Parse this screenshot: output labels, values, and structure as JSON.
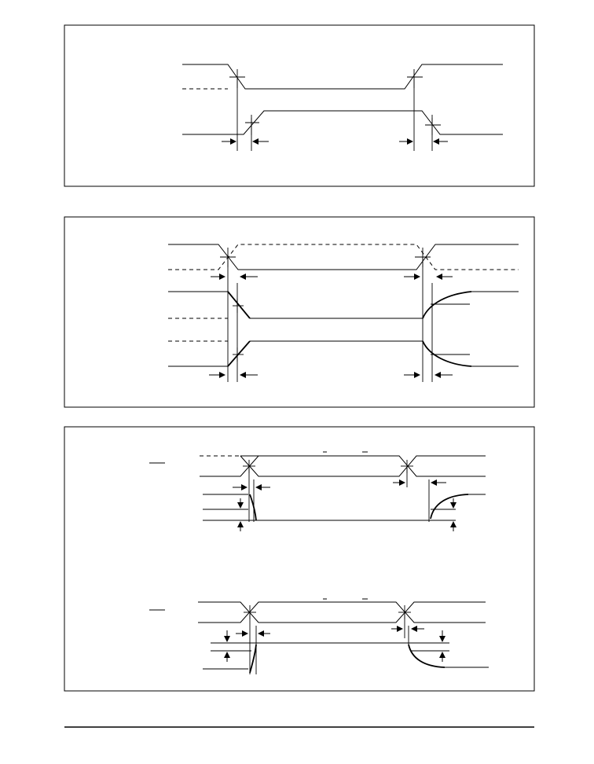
{
  "panels": [
    {
      "id": "panel-1"
    },
    {
      "id": "panel-2"
    },
    {
      "id": "panel-3"
    }
  ]
}
